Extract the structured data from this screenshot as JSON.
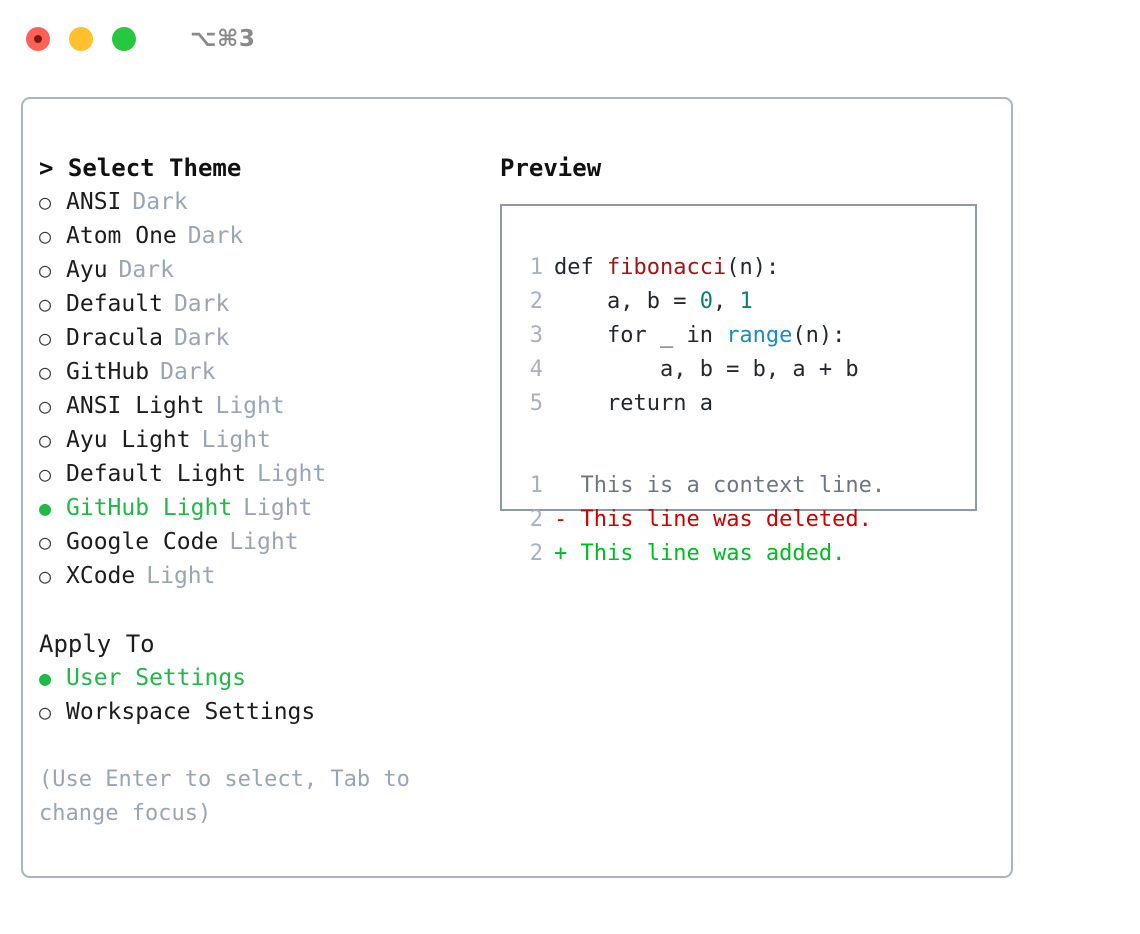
{
  "titlebar": {
    "shortcut": "⌥⌘3",
    "lights": [
      "close",
      "minimize",
      "zoom"
    ]
  },
  "theme_picker": {
    "header": "> Select Theme",
    "marker_unselected": "○",
    "marker_selected": "●",
    "items": [
      {
        "label": "ANSI",
        "tag": "Dark",
        "selected": false
      },
      {
        "label": "Atom One",
        "tag": "Dark",
        "selected": false
      },
      {
        "label": "Ayu",
        "tag": "Dark",
        "selected": false
      },
      {
        "label": "Default",
        "tag": "Dark",
        "selected": false
      },
      {
        "label": "Dracula",
        "tag": "Dark",
        "selected": false
      },
      {
        "label": "GitHub",
        "tag": "Dark",
        "selected": false
      },
      {
        "label": "ANSI Light",
        "tag": "Light",
        "selected": false
      },
      {
        "label": "Ayu Light",
        "tag": "Light",
        "selected": false
      },
      {
        "label": "Default Light",
        "tag": "Light",
        "selected": false
      },
      {
        "label": "GitHub Light",
        "tag": "Light",
        "selected": true
      },
      {
        "label": "Google Code",
        "tag": "Light",
        "selected": false
      },
      {
        "label": "XCode",
        "tag": "Light",
        "selected": false
      }
    ]
  },
  "apply_to": {
    "header": "Apply To",
    "items": [
      {
        "label": "User Settings",
        "selected": true
      },
      {
        "label": "Workspace Settings",
        "selected": false
      }
    ]
  },
  "hint": "(Use Enter to select, Tab to change focus)",
  "preview": {
    "header": "Preview",
    "code_lines": [
      {
        "number": "1",
        "tokens": [
          {
            "text": "def ",
            "type": "plain"
          },
          {
            "text": "fibonacci",
            "type": "fn"
          },
          {
            "text": "(n):",
            "type": "plain"
          }
        ]
      },
      {
        "number": "2",
        "tokens": [
          {
            "text": "    a, b = ",
            "type": "plain"
          },
          {
            "text": "0",
            "type": "num"
          },
          {
            "text": ", ",
            "type": "plain"
          },
          {
            "text": "1",
            "type": "num"
          }
        ]
      },
      {
        "number": "3",
        "tokens": [
          {
            "text": "    for _ in ",
            "type": "plain"
          },
          {
            "text": "range",
            "type": "call"
          },
          {
            "text": "(n):",
            "type": "plain"
          }
        ]
      },
      {
        "number": "4",
        "tokens": [
          {
            "text": "        a, b = b, a + b",
            "type": "plain"
          }
        ]
      },
      {
        "number": "5",
        "tokens": [
          {
            "text": "    return a",
            "type": "plain"
          }
        ]
      }
    ],
    "diff_lines": [
      {
        "number": "1",
        "prefix": "  ",
        "text": "This is a context line.",
        "kind": "ctx"
      },
      {
        "number": "2",
        "prefix": "- ",
        "text": "This line was deleted.",
        "kind": "del"
      },
      {
        "number": "2",
        "prefix": "+ ",
        "text": "This line was added.",
        "kind": "add"
      }
    ]
  },
  "colors": {
    "selected_green": "#21b749",
    "tag_muted": "#9aa5b4",
    "diff_delete": "#cc0000",
    "diff_add": "#00bb22",
    "syntax_function": "#a31515",
    "syntax_number": "#0f7d80",
    "syntax_call": "#1c8bc0",
    "panel_border": "#aab4c2",
    "preview_border": "#8e9aab"
  }
}
